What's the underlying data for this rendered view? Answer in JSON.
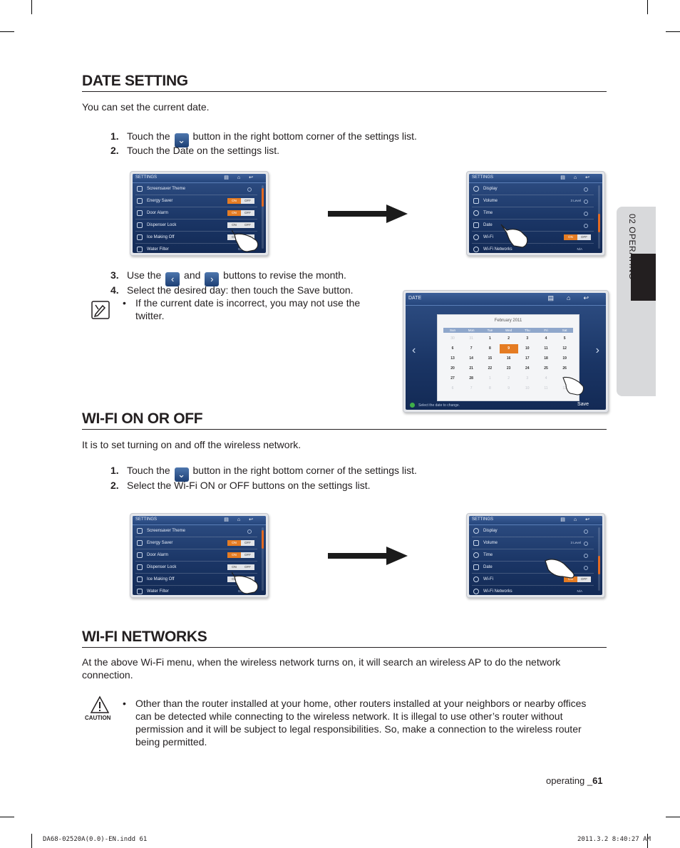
{
  "sections": {
    "date": {
      "title": "DATE SETTING",
      "intro": "You can set the current date.",
      "step1_num": "1.",
      "step1_pre": "Touch the",
      "step1_post": "button in the right bottom corner of the settings list.",
      "step2_num": "2.",
      "step2": "Touch the Date on the settings list.",
      "step3_num": "3.",
      "step3_pre": "Use the",
      "step3_mid": "and",
      "step3_post": "buttons to revise the month.",
      "step4_num": "4.",
      "step4": "Select the desired day: then touch the Save button.",
      "note_bullet": "If the current date is incorrect, you may not use the twitter."
    },
    "wifi": {
      "title": "WI-FI ON OR OFF",
      "intro": "It is to set turning on and off the wireless network.",
      "step1_num": "1.",
      "step1_pre": "Touch the",
      "step1_post": "button in the right bottom corner of the settings list.",
      "step2_num": "2.",
      "step2": "Select the Wi-Fi ON or OFF buttons on the settings list."
    },
    "networks": {
      "title": "WI-FI NETWORKS",
      "intro": "At the above Wi-Fi menu, when the wireless network turns on, it will search an wireless AP to do the network connection.",
      "caution_label": "CAUTION",
      "caution_bullet": "Other than the router installed at your home, other routers installed at your neighbors or nearby offices can be detected while connecting to the wireless network. It is illegal to use other’s router without permission and it will be subject to legal responsibilities. So, make a connection to the wireless router being permitted."
    }
  },
  "screen_a": {
    "title": "SETTINGS",
    "rows": [
      {
        "label": "Screensaver Theme"
      },
      {
        "label": "Energy Saver",
        "on": "ON",
        "off": "OFF"
      },
      {
        "label": "Door Alarm",
        "on": "ON",
        "off": "OFF"
      },
      {
        "label": "Dispenser Lock",
        "on": "ON",
        "off": "OFF"
      },
      {
        "label": "Ice Making Off",
        "on": "ON",
        "off": "OFF"
      },
      {
        "label": "Water Filter",
        "value": "Good"
      }
    ]
  },
  "screen_b": {
    "title": "SETTINGS",
    "rows": [
      {
        "label": "Display"
      },
      {
        "label": "Volume",
        "value": "3 Level"
      },
      {
        "label": "Time"
      },
      {
        "label": "Date"
      },
      {
        "label": "Wi-Fi",
        "on": "ON",
        "off": "OFF"
      },
      {
        "label": "Wi-Fi Networks",
        "value": "N/A"
      }
    ]
  },
  "calendar": {
    "title": "DATE",
    "month": "February 2011",
    "dow": [
      "Sun",
      "Mon",
      "Tue",
      "Wed",
      "Thu",
      "Fri",
      "Sat"
    ],
    "weeks": [
      [
        "30",
        "31",
        "1",
        "2",
        "3",
        "4",
        "5"
      ],
      [
        "6",
        "7",
        "8",
        "9",
        "10",
        "11",
        "12"
      ],
      [
        "13",
        "14",
        "15",
        "16",
        "17",
        "18",
        "19"
      ],
      [
        "20",
        "21",
        "22",
        "23",
        "24",
        "25",
        "26"
      ],
      [
        "27",
        "28",
        "1",
        "2",
        "3",
        "4",
        "5"
      ],
      [
        "6",
        "7",
        "8",
        "9",
        "10",
        "11",
        "12"
      ]
    ],
    "selected": "9",
    "hint": "Select the date to change.",
    "save": "Save"
  },
  "side_tab": "02 OPERATING",
  "footer": {
    "page_label": "operating _",
    "page_num": "61",
    "file": "DA68-02520A(0.0)-EN.indd   61",
    "stamp": "2011.3.2   8:40:27 AM"
  },
  "colors": {
    "accent_orange": "#e57c23",
    "screen_blue": "#1a3565"
  }
}
